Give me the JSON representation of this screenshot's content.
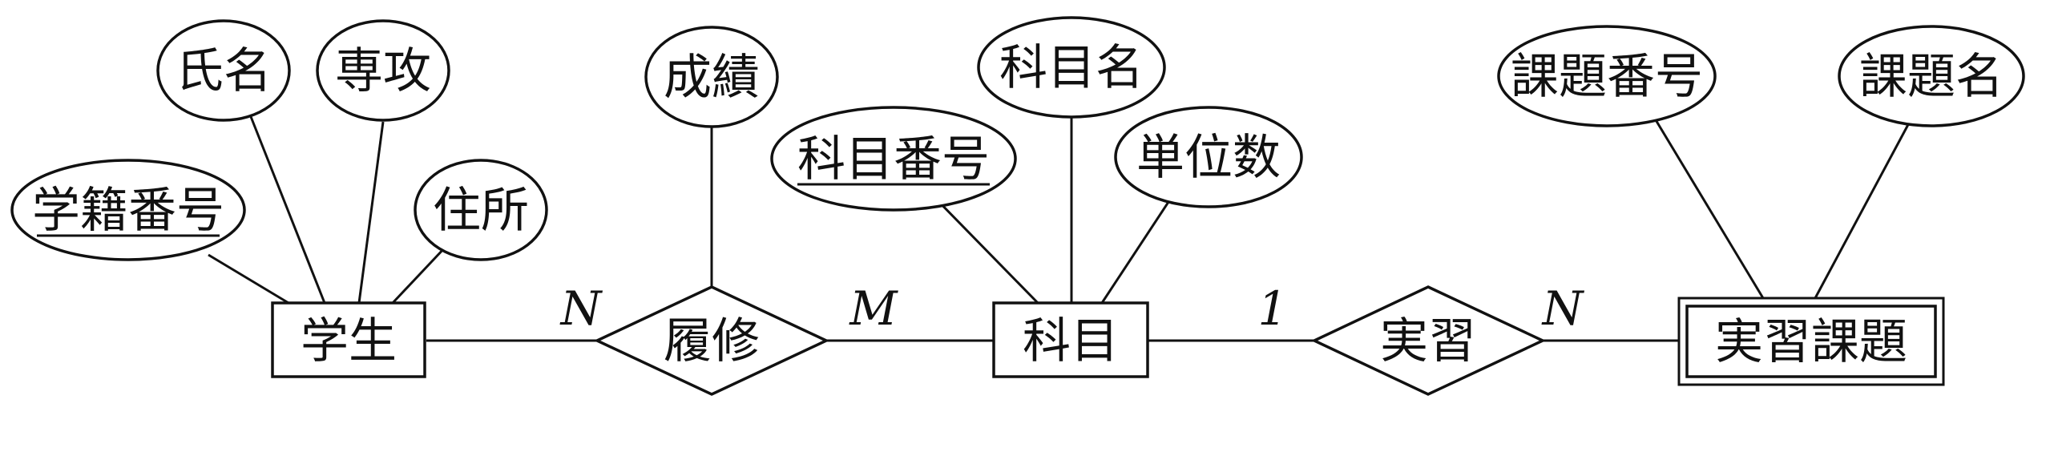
{
  "entities": {
    "student": "学生",
    "subject": "科目",
    "practice_task": "実習課題"
  },
  "relationships": {
    "enrollment": "履修",
    "practice": "実習"
  },
  "attributes": {
    "student_id": "学籍番号",
    "name": "氏名",
    "major": "専攻",
    "address": "住所",
    "grade": "成績",
    "subject_id": "科目番号",
    "subject_name": "科目名",
    "credits": "単位数",
    "task_number": "課題番号",
    "task_name": "課題名"
  },
  "cardinalities": {
    "student_enrollment": "N",
    "enrollment_subject": "M",
    "subject_practice": "1",
    "practice_task": "N"
  }
}
